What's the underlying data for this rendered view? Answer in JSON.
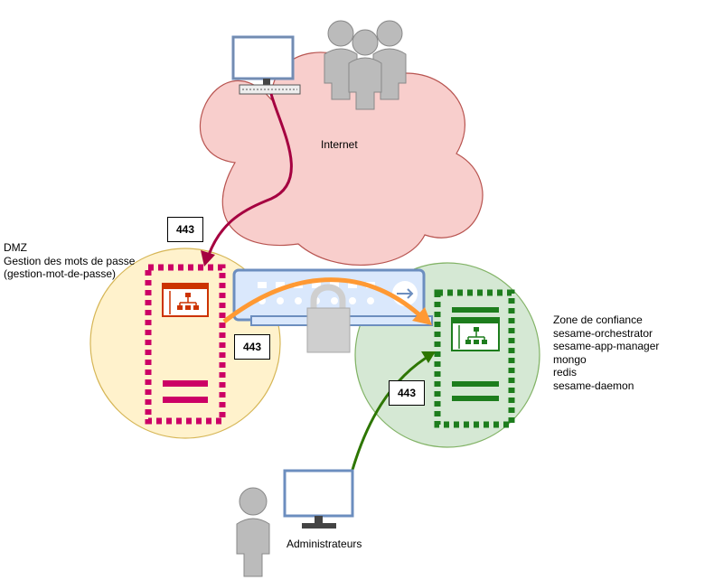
{
  "internet": {
    "label": "Internet",
    "color": "#f8cecc"
  },
  "dmz": {
    "title": "DMZ",
    "service": "Gestion des mots de passe",
    "service_id": "(gestion-mot-de-passe)",
    "color": "#fff2cc",
    "accent": "#cc0066"
  },
  "trust_zone": {
    "title": "Zone de confiance",
    "services": [
      "sesame-orchestrator",
      "sesame-app-manager",
      "mongo",
      "redis",
      "sesame-daemon"
    ],
    "color": "#d5e8d4",
    "accent": "#1d7d1d"
  },
  "ports": {
    "internet_to_dmz": "443",
    "dmz_to_trust": "443",
    "admin_to_trust": "443"
  },
  "admins": {
    "label": "Administrateurs"
  },
  "colors": {
    "internet_arrow": "#a50040",
    "dmz_arrow": "#ff9933",
    "admin_arrow": "#2d7600",
    "firewall": "#6c8ebf",
    "firewall_fill": "#dae8fc",
    "lock": "#c8c8c8",
    "people": "#bbbbbb",
    "monitor": "#6c8ebf"
  }
}
